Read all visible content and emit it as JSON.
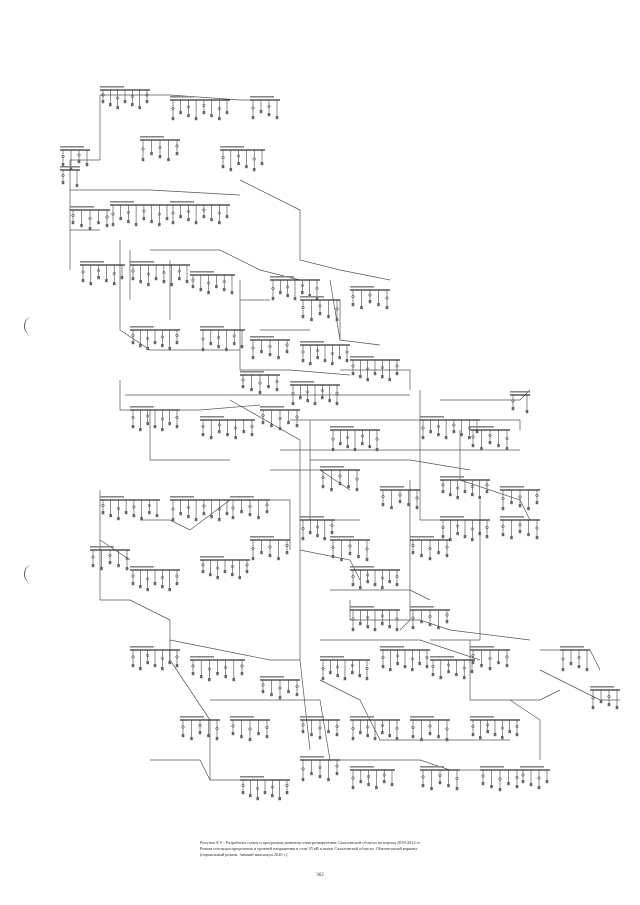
{
  "page": {
    "caption_lines": [
      "Рисунок Е.9 - Разработка схемы и программы развития электроэнергетики Сахалинской области на период 2018-2022 гг.",
      "Режим потокораспределения и уровней напряжения в сети 35 кВ и выше Сахалинской области. Обязательный вариант",
      "(нормальный режим. Зимний максимум 2020 г.)"
    ],
    "page_number": "362"
  },
  "colors": {
    "line": "#555555",
    "background": "#ffffff"
  }
}
